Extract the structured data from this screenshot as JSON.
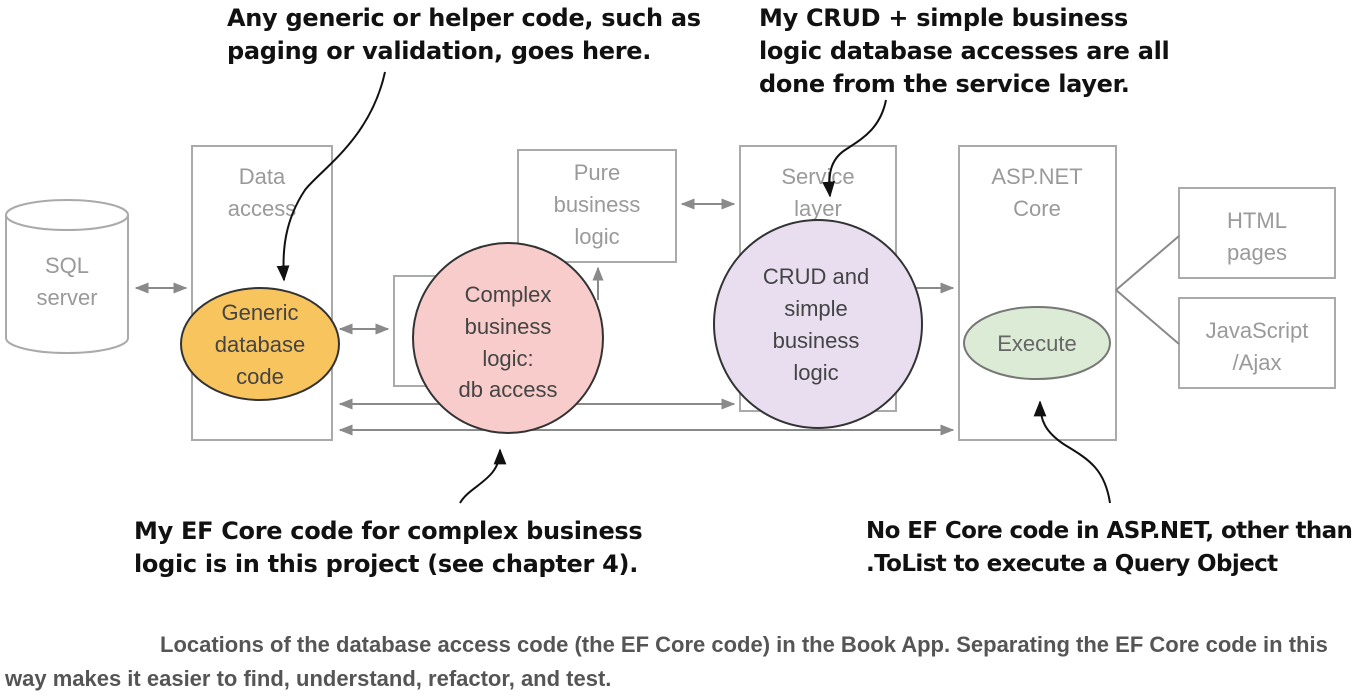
{
  "boxes": {
    "data_access": [
      "Data",
      "access"
    ],
    "pure_business": [
      "Pure",
      "business",
      "logic"
    ],
    "service_layer": [
      "Service",
      "layer"
    ],
    "aspnet": [
      "ASP.NET",
      "Core"
    ],
    "html_pages": [
      "HTML",
      "pages"
    ],
    "javascript": [
      "JavaScript",
      "/Ajax"
    ]
  },
  "sql_server": [
    "SQL",
    "server"
  ],
  "ellipses": {
    "generic": [
      "Generic",
      "database",
      "code"
    ],
    "complex": [
      "Complex",
      "business",
      "logic:",
      "db access"
    ],
    "crud": [
      "CRUD and",
      "simple",
      "business",
      "logic"
    ],
    "execute": [
      "Execute"
    ]
  },
  "callouts": {
    "generic": [
      "Any generic or helper code, such as",
      "paging or validation, goes here."
    ],
    "crud": [
      "My CRUD + simple business",
      "logic database accesses are all",
      "done from the service layer."
    ],
    "complex": [
      "My EF Core code for complex business",
      "logic is in this project (see chapter 4)."
    ],
    "aspnet": [
      "No EF Core code in ASP.NET, other than",
      ".ToList to execute a Query Object"
    ]
  },
  "caption": "Locations of the database access code (the EF Core code) in the Book App. Separating the EF Core code in this way makes it easier to find, understand, refactor, and test.",
  "colors": {
    "generic_fill": "#f8c45e",
    "complex_fill": "#f9cccc",
    "crud_fill": "#e8def0",
    "execute_fill": "#dcebd6",
    "box_stroke": "#aaaaaa",
    "muted_text": "#9a9a9a",
    "ellipse_text": "#444444"
  }
}
